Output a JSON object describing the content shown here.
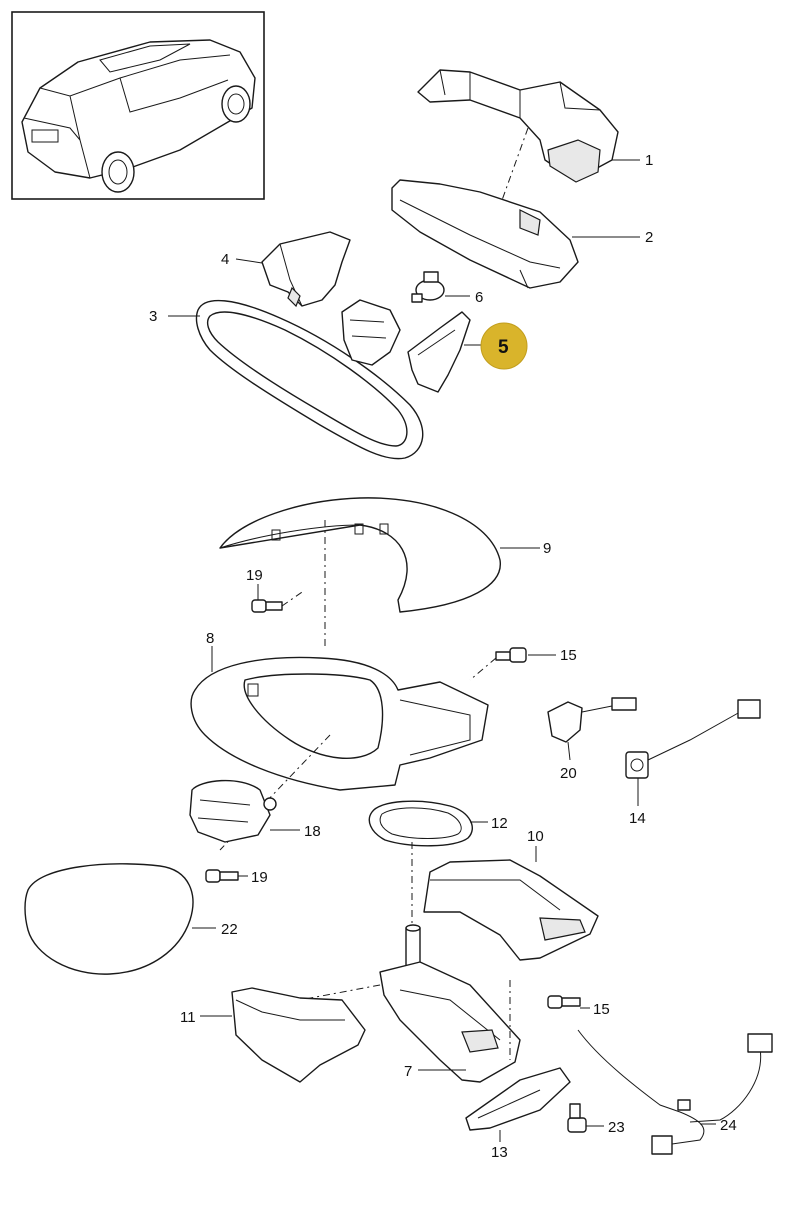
{
  "diagram": {
    "highlight_color": "#d9b42b",
    "line_color": "#1a1a1a",
    "labels": {
      "p1": "1",
      "p2": "2",
      "p3": "3",
      "p4": "4",
      "p5": "5",
      "p6": "6",
      "p7": "7",
      "p8": "8",
      "p9": "9",
      "p10": "10",
      "p11": "11",
      "p12": "12",
      "p13": "13",
      "p14": "14",
      "p15a": "15",
      "p15b": "15",
      "p18": "18",
      "p19a": "19",
      "p19b": "19",
      "p20": "20",
      "p22": "22",
      "p23": "23",
      "p24": "24"
    }
  }
}
